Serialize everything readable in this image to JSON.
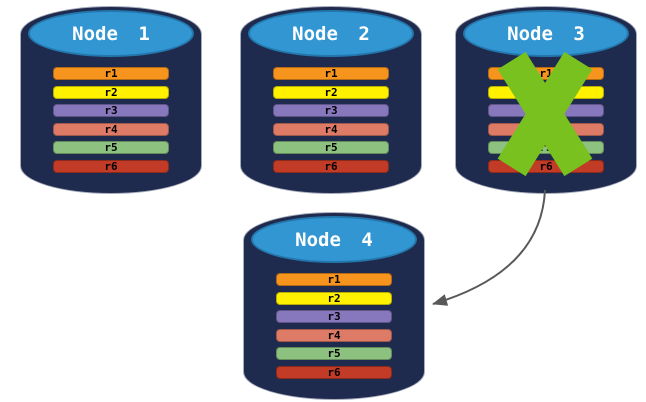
{
  "diagram": {
    "colors": {
      "background": "#FFFFFF",
      "cylinder_body": "#1F2B4E",
      "cylinder_outline": "#A6ACBA",
      "cylinder_top": "#3296D2",
      "cylinder_top_border": "#2377AC",
      "node_label_text": "#FFFFFF",
      "row_text": "#000000",
      "failure_x": "#79C11E",
      "arrow": "#595959"
    },
    "nodes": [
      {
        "id": "node-1",
        "label": "Node 1",
        "failed": false,
        "rows": [
          {
            "label": "r1",
            "color": "#F7941E"
          },
          {
            "label": "r2",
            "color": "#FFF100"
          },
          {
            "label": "r3",
            "color": "#8777BD"
          },
          {
            "label": "r4",
            "color": "#DD7B66"
          },
          {
            "label": "r5",
            "color": "#8DC17F"
          },
          {
            "label": "r6",
            "color": "#C23B26"
          }
        ]
      },
      {
        "id": "node-2",
        "label": "Node 2",
        "failed": false,
        "rows": [
          {
            "label": "r1",
            "color": "#F7941E"
          },
          {
            "label": "r2",
            "color": "#FFF100"
          },
          {
            "label": "r3",
            "color": "#8777BD"
          },
          {
            "label": "r4",
            "color": "#DD7B66"
          },
          {
            "label": "r5",
            "color": "#8DC17F"
          },
          {
            "label": "r6",
            "color": "#C23B26"
          }
        ]
      },
      {
        "id": "node-3",
        "label": "Node 3",
        "failed": true,
        "failure_icon": "x-mark-icon",
        "rows": [
          {
            "label": "r1",
            "color": "#F7941E"
          },
          {
            "label": "r2",
            "color": "#FFF100"
          },
          {
            "label": "r3",
            "color": "#8777BD"
          },
          {
            "label": "r4",
            "color": "#DD7B66"
          },
          {
            "label": "r5",
            "color": "#8DC17F"
          },
          {
            "label": "r6",
            "color": "#C23B26"
          }
        ]
      },
      {
        "id": "node-4",
        "label": "Node 4",
        "failed": false,
        "rows": [
          {
            "label": "r1",
            "color": "#F7941E"
          },
          {
            "label": "r2",
            "color": "#FFF100"
          },
          {
            "label": "r3",
            "color": "#8777BD"
          },
          {
            "label": "r4",
            "color": "#DD7B66"
          },
          {
            "label": "r5",
            "color": "#8DC17F"
          },
          {
            "label": "r6",
            "color": "#C23B26"
          }
        ]
      }
    ],
    "arrow": {
      "icon": "curved-arrow-icon",
      "from": "node-3",
      "to": "node-4"
    }
  }
}
